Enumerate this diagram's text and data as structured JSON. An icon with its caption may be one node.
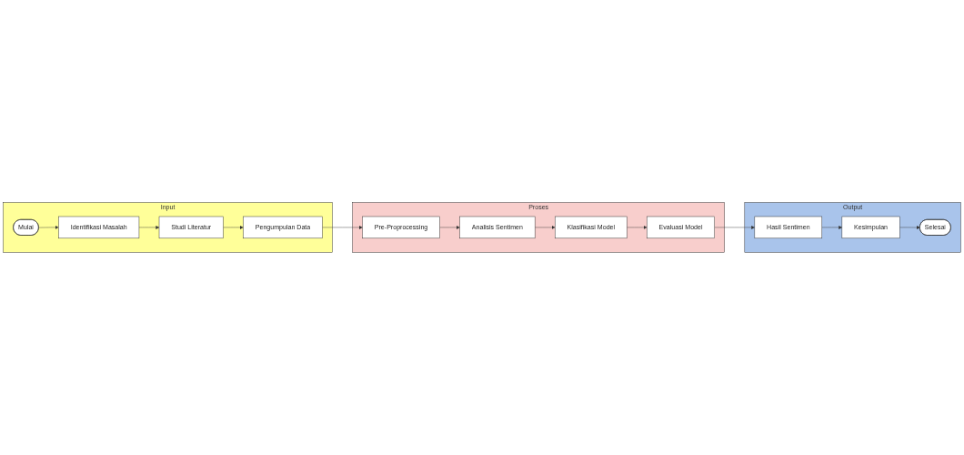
{
  "diagram": {
    "nodes": [
      {
        "text": [
          "Input"
        ]
      },
      {
        "text": [
          "Mulai"
        ],
        "in": 0
      },
      {
        "text": [
          "Identifikasi Masalah"
        ],
        "in": 0
      },
      {
        "text": [
          "Studi Literatur"
        ],
        "in": 0
      },
      {
        "text": [
          "Pengumpulan Data"
        ],
        "in": 0
      },
      {
        "text": [
          "Proses"
        ]
      },
      {
        "text": [
          "Pre-Proprocessing"
        ],
        "in": 5
      },
      {
        "text": [
          "Analisis Sentimen"
        ],
        "in": 5
      },
      {
        "text": [
          "Klasifikasi Model"
        ],
        "in": 5
      },
      {
        "text": [
          "Evaluasi Model"
        ],
        "in": 5
      },
      {
        "text": [
          "Output"
        ]
      },
      {
        "text": [
          "Hasil Sentimen"
        ],
        "in": 10
      },
      {
        "text": [
          "Kesimpulan"
        ],
        "in": 10
      },
      {
        "text": [
          "Selesai"
        ],
        "in": 10
      }
    ],
    "edges": [
      {
        "from": 1,
        "to": 2,
        "arrow": "to"
      },
      {
        "from": 2,
        "to": 3,
        "arrow": "to"
      },
      {
        "from": 3,
        "to": 4,
        "arrow": "to"
      },
      {
        "from": 4,
        "to": 6,
        "arrow": "to"
      },
      {
        "from": 6,
        "to": 7,
        "arrow": "to"
      },
      {
        "from": 7,
        "to": 8,
        "arrow": "to"
      },
      {
        "from": 8,
        "to": 9,
        "arrow": "to"
      },
      {
        "from": 9,
        "to": 11,
        "arrow": "to"
      },
      {
        "from": 11,
        "to": 12,
        "arrow": "to"
      },
      {
        "from": 12,
        "to": 13,
        "arrow": "to"
      }
    ]
  }
}
